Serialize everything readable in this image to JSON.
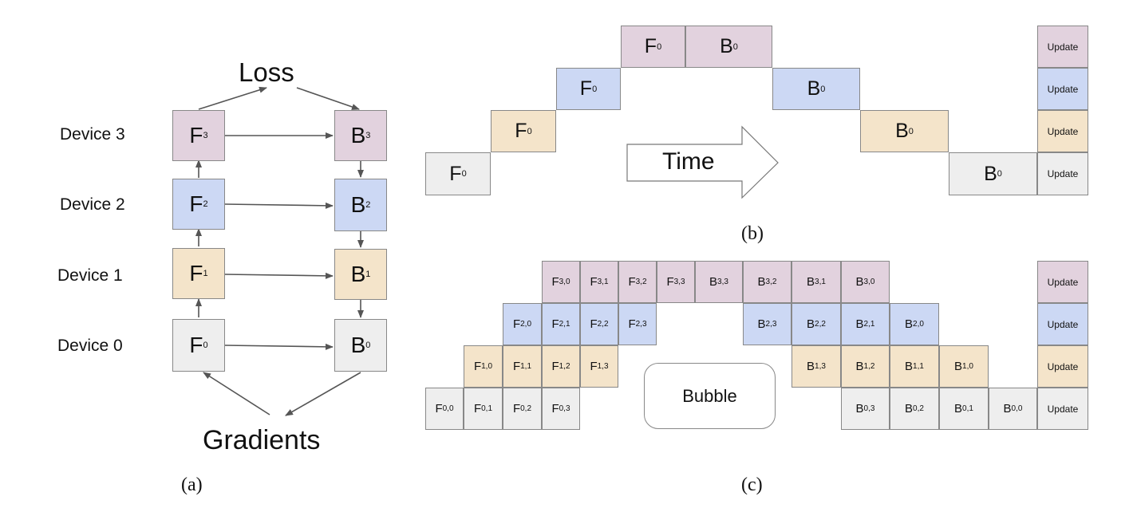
{
  "colors": {
    "device0": "#eeeeee",
    "device1": "#f4e4ca",
    "device2": "#ccd8f4",
    "device3": "#e2d2de",
    "border": "#888888",
    "arrow": "#555555"
  },
  "panel_a": {
    "caption": "(a)",
    "loss_label": "Loss",
    "gradients_label": "Gradients",
    "devices": [
      {
        "label": "Device 0",
        "forward": "F",
        "forward_sub": "0",
        "backward": "B",
        "backward_sub": "0"
      },
      {
        "label": "Device 1",
        "forward": "F",
        "forward_sub": "1",
        "backward": "B",
        "backward_sub": "1"
      },
      {
        "label": "Device 2",
        "forward": "F",
        "forward_sub": "2",
        "backward": "B",
        "backward_sub": "2"
      },
      {
        "label": "Device 3",
        "forward": "F",
        "forward_sub": "3",
        "backward": "B",
        "backward_sub": "3"
      }
    ]
  },
  "panel_b": {
    "caption": "(b)",
    "time_label": "Time",
    "update_label": "Update",
    "forward": "F",
    "backward": "B",
    "sub": "0"
  },
  "panel_c": {
    "caption": "(c)",
    "bubble_label": "Bubble",
    "update_label": "Update",
    "rows": [
      {
        "device": 3,
        "forward": [
          "3,0",
          "3,1",
          "3,2",
          "3,3"
        ],
        "backward": [
          "3,3",
          "3,2",
          "3,1",
          "3,0"
        ]
      },
      {
        "device": 2,
        "forward": [
          "2,0",
          "2,1",
          "2,2",
          "2,3"
        ],
        "backward": [
          "2,3",
          "2,2",
          "2,1",
          "2,0"
        ]
      },
      {
        "device": 1,
        "forward": [
          "1,0",
          "1,1",
          "1,2",
          "1,3"
        ],
        "backward": [
          "1,3",
          "1,2",
          "1,1",
          "1,0"
        ]
      },
      {
        "device": 0,
        "forward": [
          "0,0",
          "0,1",
          "0,2",
          "0,3"
        ],
        "backward": [
          "0,3",
          "0,2",
          "0,1",
          "0,0"
        ]
      }
    ]
  }
}
